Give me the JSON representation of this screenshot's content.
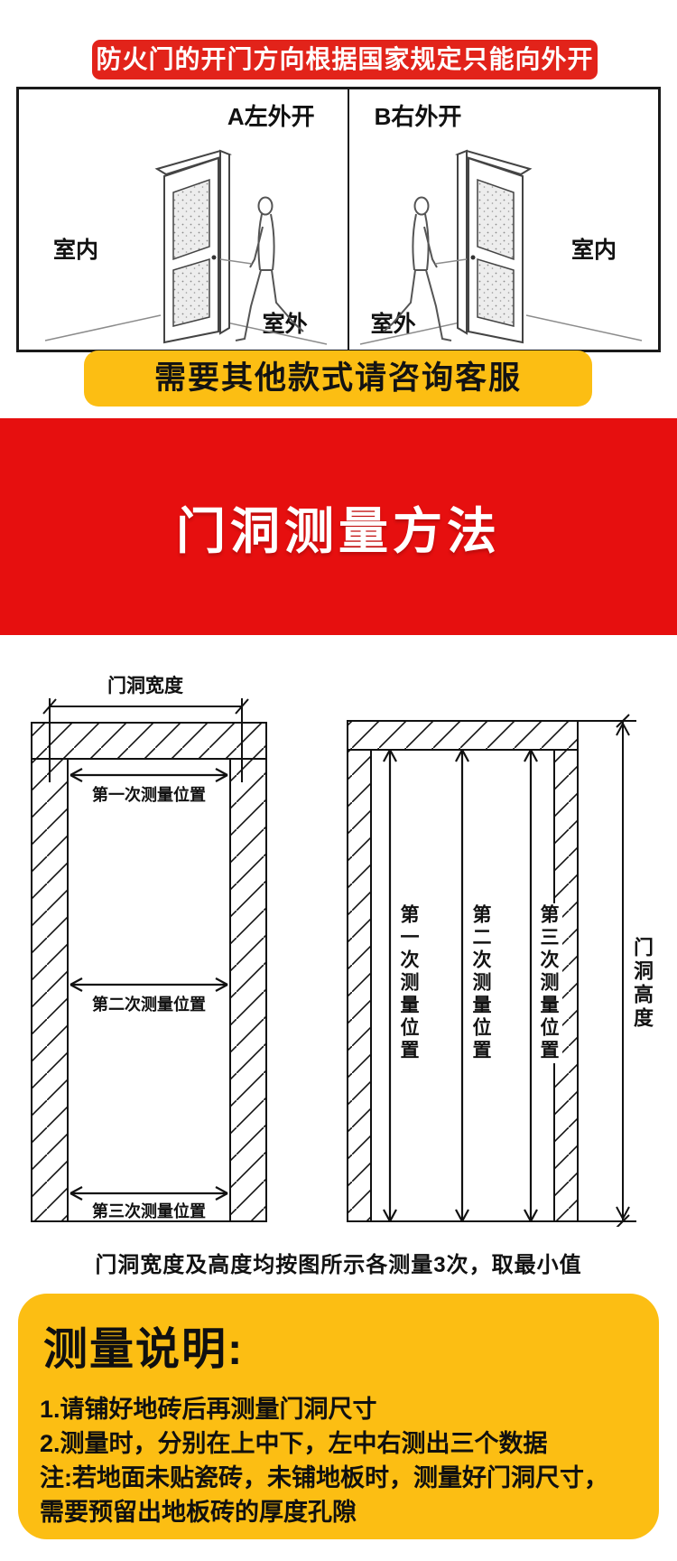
{
  "colors": {
    "banner_red": "#e2231a",
    "section_red": "#e60f0f",
    "banner_yellow": "#fcbe13",
    "ink": "#111111"
  },
  "top_banner": {
    "text": "防火门的开门方向根据国家规定只能向外开"
  },
  "direction_box": {
    "panel_a": {
      "label": "A左外开",
      "indoor_label": "室内",
      "outdoor_label": "室外"
    },
    "panel_b": {
      "label": "B右外开",
      "indoor_label": "室内",
      "outdoor_label": "室外"
    }
  },
  "service_banner": {
    "text": "需要其他款式请咨询客服"
  },
  "section_title": {
    "text": "门洞测量方法"
  },
  "width_diagram": {
    "title": "门洞宽度",
    "measurements": [
      "第一次测量位置",
      "第二次测量位置",
      "第三次测量位置"
    ]
  },
  "height_diagram": {
    "title": "门洞高度",
    "measurements": [
      "第一次测量位置",
      "第二次测量位置",
      "第三次测量位置"
    ]
  },
  "caption": {
    "text": "门洞宽度及高度均按图所示各测量3次，取最小值"
  },
  "notes": {
    "title": "测量说明:",
    "items": [
      "1.请铺好地砖后再测量门洞尺寸",
      "2.测量时，分别在上中下，左中右测出三个数据",
      "注:若地面未贴瓷砖，未铺地板时，测量好门洞尺寸，",
      "需要预留出地板砖的厚度孔隙"
    ]
  }
}
